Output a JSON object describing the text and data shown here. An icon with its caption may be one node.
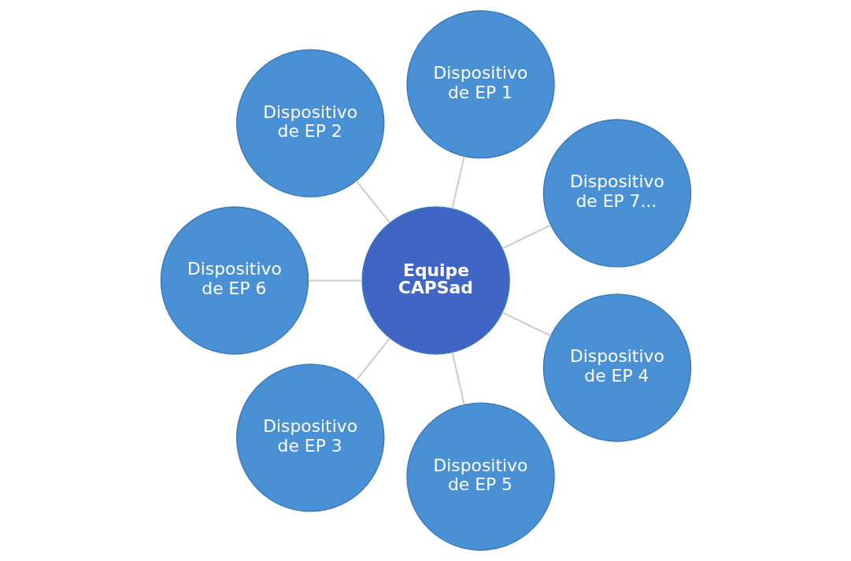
{
  "diagram": {
    "nodes": [
      {
        "text": [
          "Equipe CAPSad"
        ]
      },
      {
        "text": [
          "Dispositivo de EP 7..."
        ]
      },
      {
        "text": [
          "Dispositivo de EP 1"
        ]
      },
      {
        "text": [
          "Dispositivo de EP 2"
        ]
      },
      {
        "text": [
          "Dispositivo de EP 6"
        ]
      },
      {
        "text": [
          "Dispositivo de EP 3"
        ]
      },
      {
        "text": [
          "Dispositivo de EP 5"
        ]
      },
      {
        "text": [
          "Dispositivo de EP 4"
        ]
      }
    ],
    "edges": [
      {
        "from": 0,
        "to": 2,
        "arrow": "none"
      },
      {
        "from": 0,
        "to": 3,
        "arrow": "none"
      },
      {
        "from": 0,
        "to": 5,
        "arrow": "none"
      },
      {
        "from": 0,
        "to": 7,
        "arrow": "none"
      },
      {
        "from": 0,
        "to": 6,
        "arrow": "none"
      },
      {
        "from": 0,
        "to": 4,
        "arrow": "none"
      },
      {
        "from": 0,
        "to": 1,
        "arrow": "none"
      }
    ]
  }
}
